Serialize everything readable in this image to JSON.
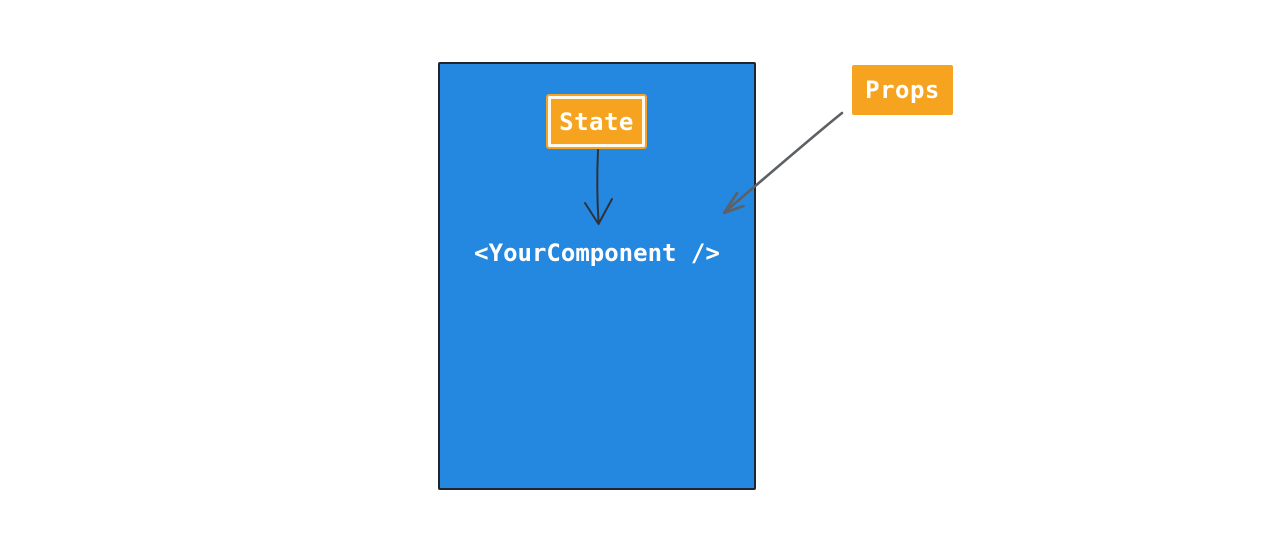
{
  "diagram": {
    "background": "#ffffff",
    "component": {
      "label": "<YourComponent />",
      "fill": "#2487e0",
      "border_color": "#1f242d",
      "text_color": "#ffffff"
    },
    "state": {
      "label": "State",
      "fill": "#f6a41f",
      "inner_border_color": "#ffffff",
      "text_color": "#ffffff"
    },
    "props": {
      "label": "Props",
      "fill": "#f6a41f",
      "text_color": "#ffffff"
    },
    "arrows": [
      {
        "name": "state-to-component",
        "from": "State",
        "to": "<YourComponent />",
        "color": "#2e3238"
      },
      {
        "name": "props-to-component",
        "from": "Props",
        "to": "<YourComponent />",
        "color": "#5d6166"
      }
    ]
  }
}
